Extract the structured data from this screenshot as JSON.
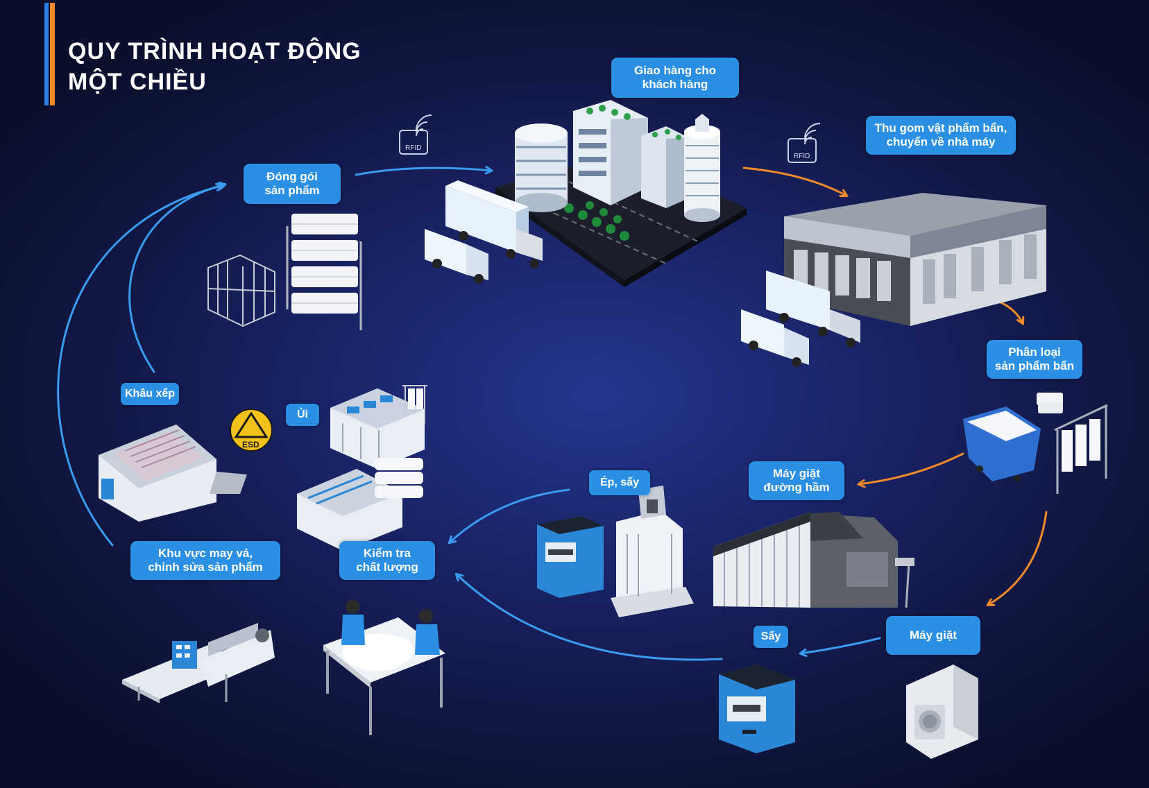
{
  "title": {
    "line1": "QUY TRÌNH HOẠT ĐỘNG",
    "line2": "MỘT CHIỀU"
  },
  "steps": {
    "dong_goi": [
      "Đóng gói",
      "sản phẩm"
    ],
    "giao_hang": [
      "Giao hàng cho",
      "khách hàng"
    ],
    "thu_gom": [
      "Thu gom vật phẩm bẩn,",
      "chuyển về nhà máy"
    ],
    "phan_loai": [
      "Phân loại",
      "sản phẩm bẩn"
    ],
    "may_giat_duong_ham": [
      "Máy giặt",
      "đường hầm"
    ],
    "ep_say": "Ép, sấy",
    "may_giat": "Máy giặt",
    "say": "Sấy",
    "kiem_tra": [
      "Kiểm tra",
      "chất lượng"
    ],
    "khu_vuc_may_va": [
      "Khu vực may vá,",
      "chỉnh sửa sản phẩm"
    ],
    "khau_xep": "Khâu xếp",
    "ui": "Ủi"
  },
  "badges": {
    "rfid_1": "RFID",
    "rfid_2": "RFID",
    "esd": "ESD"
  },
  "icons": {
    "rfid": "rfid-tag-icon",
    "esd": "esd-warning-icon"
  },
  "colors": {
    "label_bg": "#2b8fe3",
    "arrow_blue": "#3a9bf0",
    "arrow_orange": "#f08a2a",
    "title_accent_blue": "#2f7fe0",
    "title_accent_orange": "#f08a2a",
    "background": "#1a2468"
  }
}
